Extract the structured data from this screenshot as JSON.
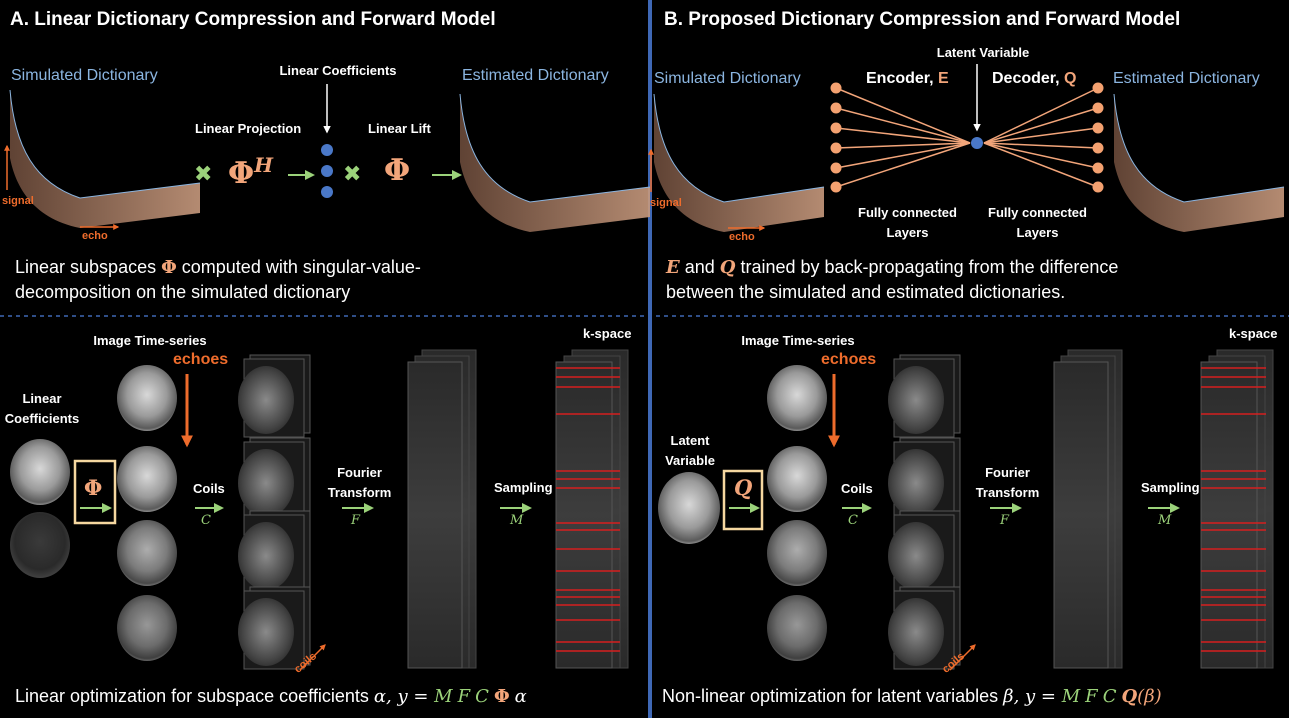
{
  "colors": {
    "divider_blue": "#3f68b5",
    "accent_orange": "#ee6c2c",
    "peach": "#f2a57a",
    "green": "#9bd27a",
    "dot_blue": "#4a78c8",
    "node_orange": "#f4a170",
    "box_yellow": "#f5d7a0",
    "kspace_line": "#d61f1f",
    "title_blue": "#8bb5e0"
  },
  "panelA": {
    "title": "A.  Linear Dictionary Compression and Forward Model",
    "simulated": "Simulated Dictionary",
    "estimated": "Estimated Dictionary",
    "linear_coeffs": "Linear Coefficients",
    "linear_projection": "Linear Projection",
    "linear_lift": "Linear Lift",
    "times": "✖",
    "phi_h_base": "Φ",
    "phi_h_sup": "H",
    "phi": "Φ",
    "signal": "signal",
    "echo": "echo",
    "desc_pre": "Linear subspaces ",
    "desc_phi": "Φ",
    "desc_post": " computed with singular-value-decomposition on the simulated dictionary"
  },
  "panelB": {
    "title": "B.  Proposed Dictionary Compression and Forward Model",
    "simulated": "Simulated Dictionary",
    "estimated": "Estimated Dictionary",
    "latent_variable": "Latent Variable",
    "encoder": "Encoder, ",
    "encoder_sym": "E",
    "decoder": "Decoder, ",
    "decoder_sym": "Q",
    "fc_left": "Fully connected Layers",
    "fc_right": "Fully connected Layers",
    "signal": "signal",
    "echo": "echo",
    "desc_e": "E",
    "desc_and": " and ",
    "desc_q": "Q",
    "desc_post": " trained by back-propagating from the difference between the simulated and estimated dictionaries."
  },
  "panelC": {
    "image_timeseries": "Image Time-series",
    "echoes": "echoes",
    "input_label": "Linear Coefficients",
    "box_symbol": "Φ",
    "coils": "Coils",
    "coils_sym": "C",
    "fourier": "Fourier Transform",
    "fourier_sym": "F",
    "sampling": "Sampling",
    "sampling_sym": "M",
    "kspace": "k-space",
    "coils_diag": "coils",
    "bottom_pre": "Linear optimization for subspace coefficients ",
    "bottom_alpha": "α",
    "bottom_eq": ", y = ",
    "bottom_m": "M",
    "bottom_f": "F",
    "bottom_c": "C",
    "bottom_phi": "Φ",
    "bottom_alpha2": "α"
  },
  "panelD": {
    "image_timeseries": "Image Time-series",
    "echoes": "echoes",
    "input_label": "Latent Variable",
    "box_symbol": "Q",
    "coils": "Coils",
    "coils_sym": "C",
    "fourier": "Fourier Transform",
    "fourier_sym": "F",
    "sampling": "Sampling",
    "sampling_sym": "M",
    "kspace": "k-space",
    "coils_diag": "coils",
    "bottom_pre": "Non-linear optimization for latent variables ",
    "bottom_beta": "β",
    "bottom_eq": ", y = ",
    "bottom_m": "M",
    "bottom_f": "F",
    "bottom_c": "C",
    "bottom_q": "Q",
    "bottom_beta2": "(β)"
  }
}
